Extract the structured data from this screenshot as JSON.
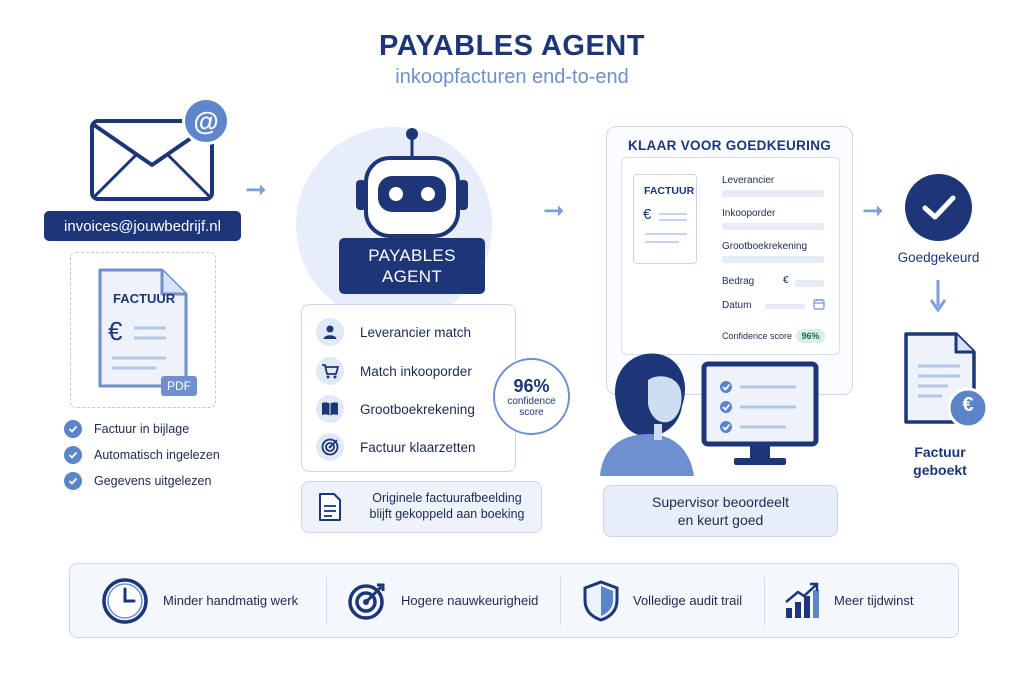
{
  "header": {
    "title": "PAYABLES AGENT",
    "subtitle": "inkoopfacturen end-to-end"
  },
  "intake": {
    "email": "invoices@jouwbedrijf.nl",
    "document_label": "FACTUUR",
    "currency_symbol": "€",
    "pdf_badge": "PDF",
    "checks": [
      "Factuur in bijlage",
      "Automatisch ingelezen",
      "Gegevens uitgelezen"
    ]
  },
  "agent": {
    "name_line1": "PAYABLES",
    "name_line2": "AGENT",
    "steps": [
      {
        "label": "Leverancier match",
        "icon": "user-icon"
      },
      {
        "label": "Match inkooporder",
        "icon": "cart-icon"
      },
      {
        "label": "Grootboekrekening",
        "icon": "book-icon"
      },
      {
        "label": "Factuur klaarzetten",
        "icon": "target-icon"
      }
    ],
    "confidence_value": "96%",
    "confidence_line1": "confidence",
    "confidence_line2": "score",
    "note_line1": "Originele factuurafbeelding",
    "note_line2": "blijft gekoppeld aan boeking"
  },
  "approval": {
    "title": "KLAAR VOOR GOEDKEURING",
    "doc_label": "FACTUUR",
    "currency_symbol": "€",
    "fields": {
      "supplier": "Leverancier",
      "purchase_order": "Inkooporder",
      "ledger": "Grootboekrekening",
      "amount": "Bedrag",
      "amount_symbol": "€",
      "date": "Datum",
      "confidence": "Confidence score",
      "confidence_value": "96%"
    },
    "supervisor_line1": "Supervisor beoordeelt",
    "supervisor_line2": "en keurt goed"
  },
  "outcome": {
    "approved": "Goedgekeurd",
    "booked_line1": "Factuur",
    "booked_line2": "geboekt",
    "currency_symbol": "€"
  },
  "benefits": [
    {
      "label": "Minder handmatig werk",
      "icon": "clock-icon"
    },
    {
      "label": "Hogere nauwkeurigheid",
      "icon": "target-icon"
    },
    {
      "label": "Volledige audit trail",
      "icon": "shield-icon"
    },
    {
      "label": "Meer tijdwinst",
      "icon": "growth-chart-icon"
    }
  ],
  "colors": {
    "navy": "#1c3678",
    "accent": "#6f90cf",
    "light": "#e8eef9"
  }
}
